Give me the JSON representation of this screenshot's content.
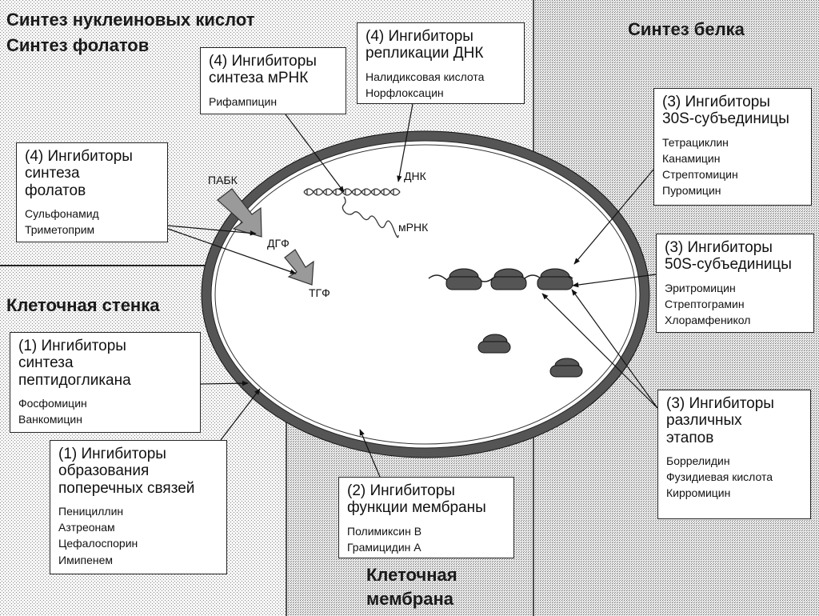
{
  "regions": {
    "nucleic_title_1": "Синтез нуклеиновых кислот",
    "nucleic_title_2": "Синтез фолатов",
    "protein_title": "Синтез белка",
    "wall_title": "Клеточная стенка",
    "membrane_title_1": "Клеточная",
    "membrane_title_2": "мембрана"
  },
  "cell_labels": {
    "pabk": "ПАБК",
    "dgf": "ДГФ",
    "tgf": "ТГФ",
    "dnk": "ДНК",
    "mrnk": "мРНК"
  },
  "boxes": {
    "dna_replication": {
      "title": "(4) Ингибиторы\nрепликации ДНК",
      "drugs": [
        "Налидиксовая кислота",
        "Норфлоксацин"
      ]
    },
    "mrna_synthesis": {
      "title": "(4) Ингибиторы\nсинтеза мРНК",
      "drugs": [
        "Рифампицин"
      ]
    },
    "folate_synthesis": {
      "title": "(4) Ингибиторы\nсинтеза\nфолатов",
      "drugs": [
        "Сульфонамид",
        "Триметоприм"
      ]
    },
    "subunit_30s": {
      "title": "(3) Ингибиторы\n30S-субъединицы",
      "drugs": [
        "Тетрациклин",
        "Канамицин",
        "Стрептомицин",
        "Пуромицин"
      ]
    },
    "subunit_50s": {
      "title": "(3) Ингибиторы\n50S-субъединицы",
      "drugs": [
        "Эритромицин",
        "Стрептограмин",
        "Хлорамфеникол"
      ]
    },
    "various_stages": {
      "title": "(3) Ингибиторы\nразличных\nэтапов",
      "drugs": [
        "Боррелидин",
        "Фузидиевая кислота",
        "Кирромицин"
      ]
    },
    "peptidoglycan": {
      "title": "(1) Ингибиторы\nсинтеза\nпептидогликана",
      "drugs": [
        "Фосфомицин",
        "Ванкомицин"
      ]
    },
    "crosslinks": {
      "title": "(1) Ингибиторы\nобразования\nпоперечных связей",
      "drugs": [
        "Пенициллин",
        "Азтреонам",
        "Цефалоспорин",
        "Имипенем"
      ]
    },
    "membrane_function": {
      "title": "(2) Ингибиторы\nфункции мембраны",
      "drugs": [
        "Полимиксин В",
        "Грамицидин А"
      ]
    }
  }
}
